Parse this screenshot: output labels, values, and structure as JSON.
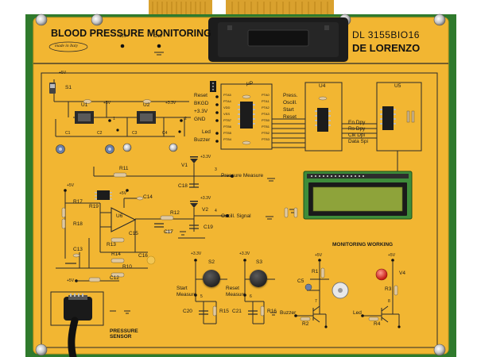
{
  "panel": {
    "title": "BLOOD PRESSURE MONITORING",
    "model": "DL 3155BIO16",
    "brand": "DE LORENZO",
    "made_in": "made in Italy",
    "top_plus15": "+15V",
    "top_gnd": "GND"
  },
  "supply": {
    "plus5_top": "+5V",
    "switch": "S1",
    "u1": "U1",
    "u2": "U2",
    "plus5": "+5V",
    "plus33": "+3.3V",
    "pin1": "1",
    "pin2": "2",
    "c1": "C1",
    "c2": "C2",
    "c3": "C3",
    "c4": "C4"
  },
  "micro": {
    "label": "μP",
    "pins_left": [
      "Reset",
      "BKGD",
      "+3.3V",
      "GND",
      "Led",
      "Buzzer"
    ],
    "pins_right": [
      "Press.",
      "Oscill.",
      "Start",
      "Reset"
    ],
    "left_codes": [
      "PTA5",
      "PTA4",
      "VDD",
      "VSS",
      "PTB7",
      "PTB6",
      "PTB5",
      "PTB4"
    ],
    "right_codes": [
      "PTA0",
      "PTA1",
      "PTA2",
      "PTA3",
      "PTB0",
      "PTB1",
      "PTB2",
      "PTB3"
    ]
  },
  "u4": {
    "label": "U4",
    "pins": [
      "En Dpy",
      "Rs Dpy",
      "Clk Dpi",
      "Data Spi"
    ]
  },
  "u5": {
    "label": "U5"
  },
  "analog": {
    "r11": "R11",
    "v1": "V1",
    "v2": "V2",
    "plus33_a": "+3.3V",
    "plus33_b": "+3.3V",
    "pin3": "3",
    "pressure_measure": "Pressure Measure",
    "pin4": "4",
    "oscill_signal": "Oscill. Signal",
    "c18": "C18",
    "c19": "C19",
    "plus5_a": "+5V",
    "plus5_b": "+5V",
    "r17": "R17",
    "r18": "R18",
    "r19": "R19",
    "c14": "C14",
    "u6": "U6",
    "r12": "R12",
    "c17": "C17",
    "c15": "C15",
    "r13": "R13",
    "c16": "C16",
    "c13": "C13",
    "r14": "R14",
    "r10": "R10",
    "c12": "C12",
    "plus5_c": "+5V",
    "pressure_sensor": "PRESSURE SENSOR"
  },
  "controls": {
    "plus33_s2": "+3.3V",
    "plus33_s3": "+3.3V",
    "s2": "S2",
    "s3": "S3",
    "start_measure": "Start Measure",
    "reset_measure": "Reset Measure",
    "pin5": "5",
    "pin6": "6",
    "c20": "C20",
    "r15": "R15",
    "c21": "C21",
    "r16": "R16"
  },
  "monitoring": {
    "title": "MONITORING WORKING",
    "plus5_a": "+5V",
    "plus5_b": "+5V",
    "r1": "R1",
    "c5": "C5",
    "pin7": "7",
    "buzzer": "Buzzer",
    "r2": "R2",
    "v4": "V4",
    "r3": "R3",
    "pin8": "8",
    "led": "Led",
    "r4": "R4"
  },
  "colors": {
    "board": "#2f7a2c",
    "panel": "#f2b632",
    "trace": "#2a2a2a",
    "lcd_screen": "#8ea33a",
    "led_red": "#e0241c"
  }
}
